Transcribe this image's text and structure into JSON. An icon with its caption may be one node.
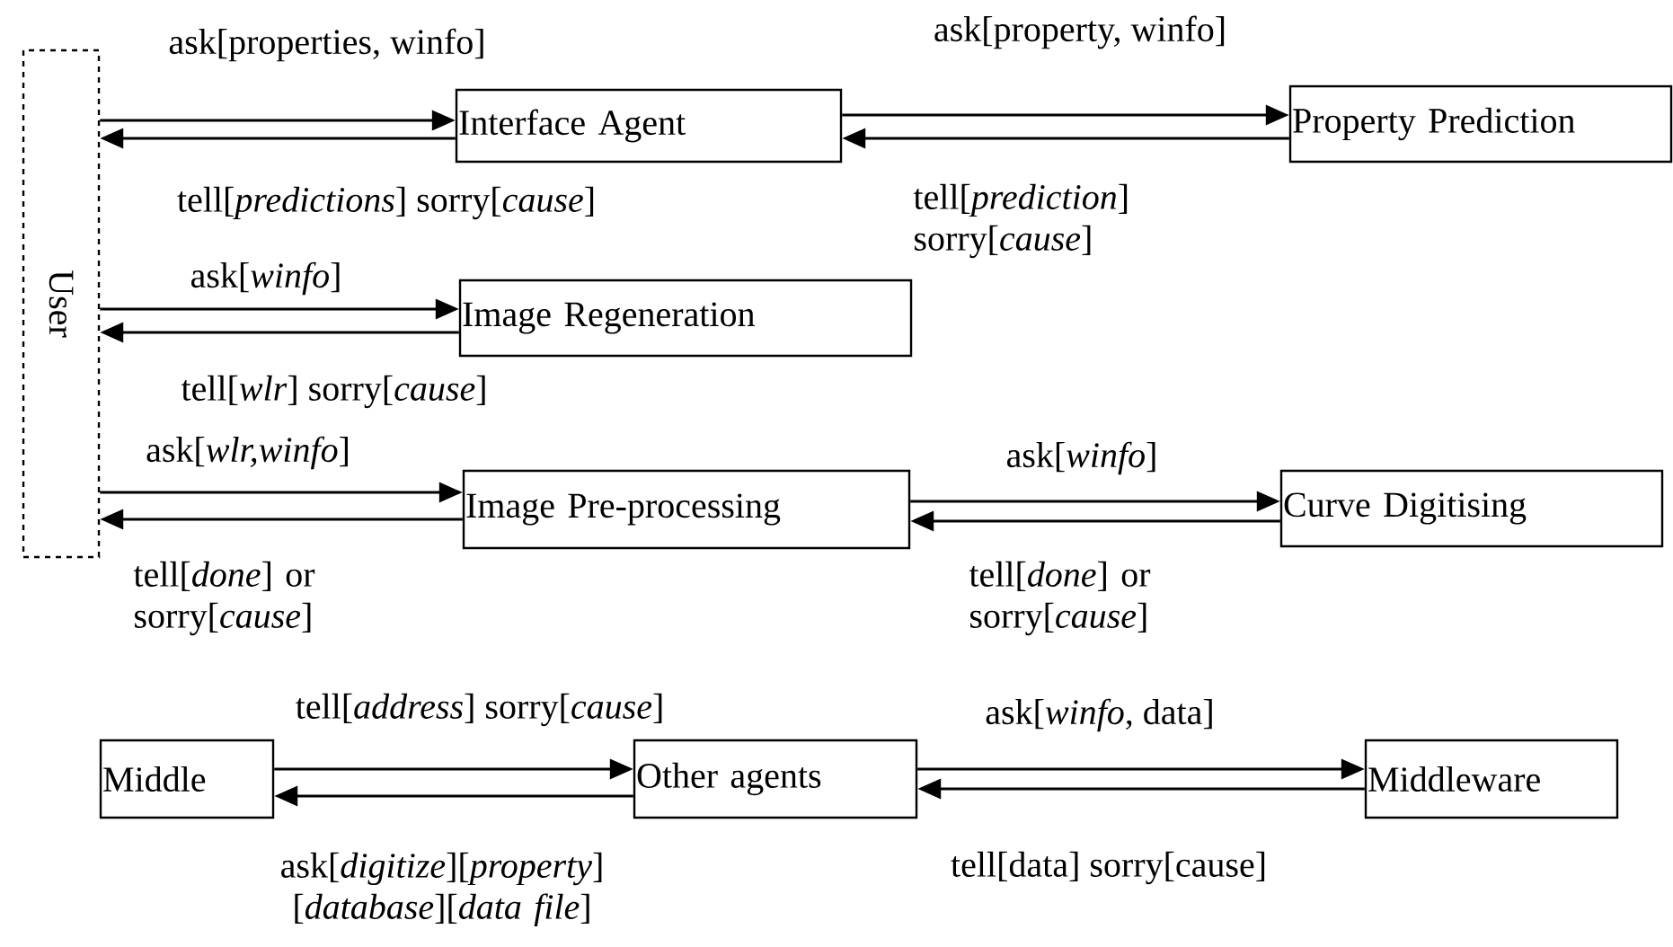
{
  "diagram": {
    "nodes": [
      {
        "text": [
          "User"
        ]
      },
      {
        "text": [
          "Interface Agent"
        ]
      },
      {
        "text": [
          "Property Prediction"
        ]
      },
      {
        "text": [
          "Image Regeneration"
        ]
      },
      {
        "text": [
          "Image Pre-processing"
        ]
      },
      {
        "text": [
          "Curve Digitising"
        ]
      },
      {
        "text": [
          "Middle"
        ]
      },
      {
        "text": [
          "Other agents"
        ]
      },
      {
        "text": [
          "Middleware"
        ]
      }
    ],
    "edges": [
      {
        "from": 0,
        "to": 1,
        "arrow": "to",
        "label": "ask[properties, winfo]"
      },
      {
        "from": 1,
        "to": 0,
        "arrow": "to",
        "label": "tell[*predictions*] sorry[*cause*]"
      },
      {
        "from": 1,
        "to": 2,
        "arrow": "to",
        "label": "ask[property, winfo]"
      },
      {
        "from": 2,
        "to": 1,
        "arrow": "to",
        "label": "tell[*prediction*] sorry[*cause*]"
      },
      {
        "from": 0,
        "to": 3,
        "arrow": "to",
        "label": "ask[*winfo*]"
      },
      {
        "from": 3,
        "to": 0,
        "arrow": "to",
        "label": "tell[*wlr*] sorry[*cause*]"
      },
      {
        "from": 0,
        "to": 4,
        "arrow": "to",
        "label": "ask[*wlr,winfo*]"
      },
      {
        "from": 4,
        "to": 0,
        "arrow": "to",
        "label": "tell[*done*] or sorry[*cause*]"
      },
      {
        "from": 4,
        "to": 5,
        "arrow": "to",
        "label": "ask[*winfo*]"
      },
      {
        "from": 5,
        "to": 4,
        "arrow": "to",
        "label": "tell[*done*] or sorry[*cause*]"
      },
      {
        "from": 6,
        "to": 7,
        "arrow": "to",
        "label": "tell[*address*] sorry[*cause*]"
      },
      {
        "from": 7,
        "to": 6,
        "arrow": "to",
        "label": "ask[*digitize*][*property*] [*database*][*data file*]"
      },
      {
        "from": 7,
        "to": 8,
        "arrow": "to",
        "label": "ask[*winfo*, data]"
      },
      {
        "from": 8,
        "to": 7,
        "arrow": "to",
        "label": "tell[data] sorry[cause]"
      }
    ]
  }
}
